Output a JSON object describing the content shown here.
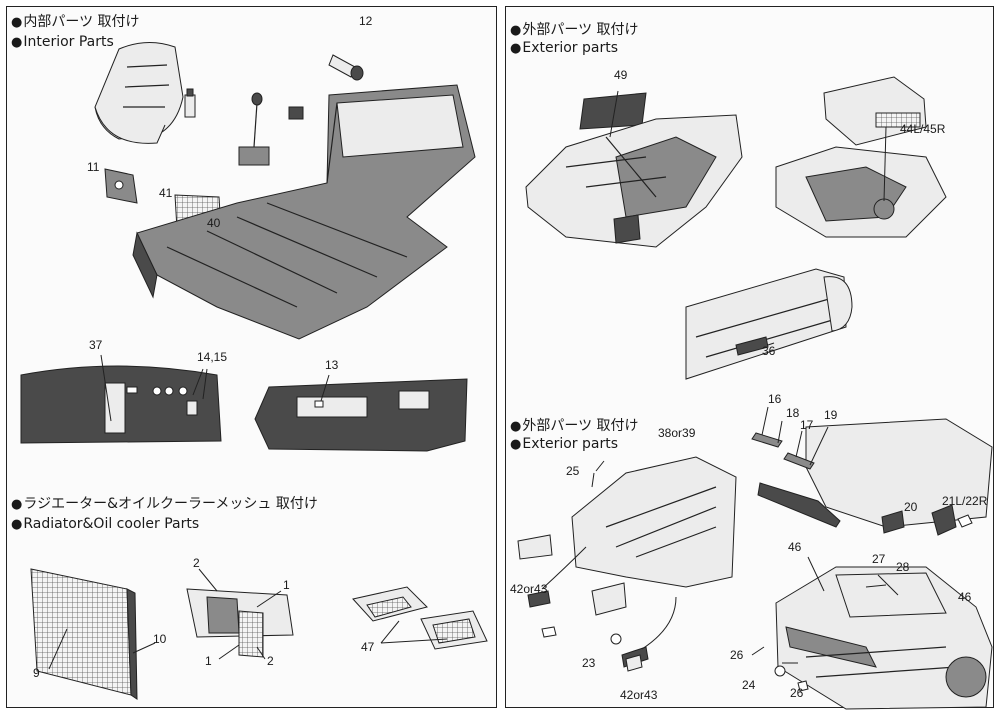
{
  "left": {
    "interior_heading_ja": "内部パーツ 取付け",
    "interior_heading_en": "Interior Parts",
    "radiator_heading_ja": "ラジエーター&オイルクーラーメッシュ 取付け",
    "radiator_heading_en": "Radiator&Oil cooler Parts",
    "callouts": {
      "c12": "12",
      "c11": "11",
      "c41": "41",
      "c40": "40",
      "c37": "37",
      "c1415": "14,15",
      "c13": "13",
      "c2a": "2",
      "c1a": "1",
      "c10": "10",
      "c9": "9",
      "c1b": "1",
      "c2b": "2",
      "c47": "47"
    }
  },
  "right": {
    "exterior_heading_ja": "外部パーツ 取付け",
    "exterior_heading_en": "Exterior parts",
    "exterior2_heading_ja": "外部パーツ 取付け",
    "exterior2_heading_en": "Exterior parts",
    "callouts": {
      "c49": "49",
      "c44l45r": "44L/45R",
      "c36": "36",
      "c38or39": "38or39",
      "c25": "25",
      "c16": "16",
      "c18": "18",
      "c17": "17",
      "c19": "19",
      "c20": "20",
      "c21l22r": "21L/22R",
      "c42or43a": "42or43",
      "c23": "23",
      "c42or43b": "42or43",
      "c46a": "46",
      "c27": "27",
      "c28": "28",
      "c46b": "46",
      "c26a": "26",
      "c24": "24",
      "c26b": "26"
    }
  }
}
